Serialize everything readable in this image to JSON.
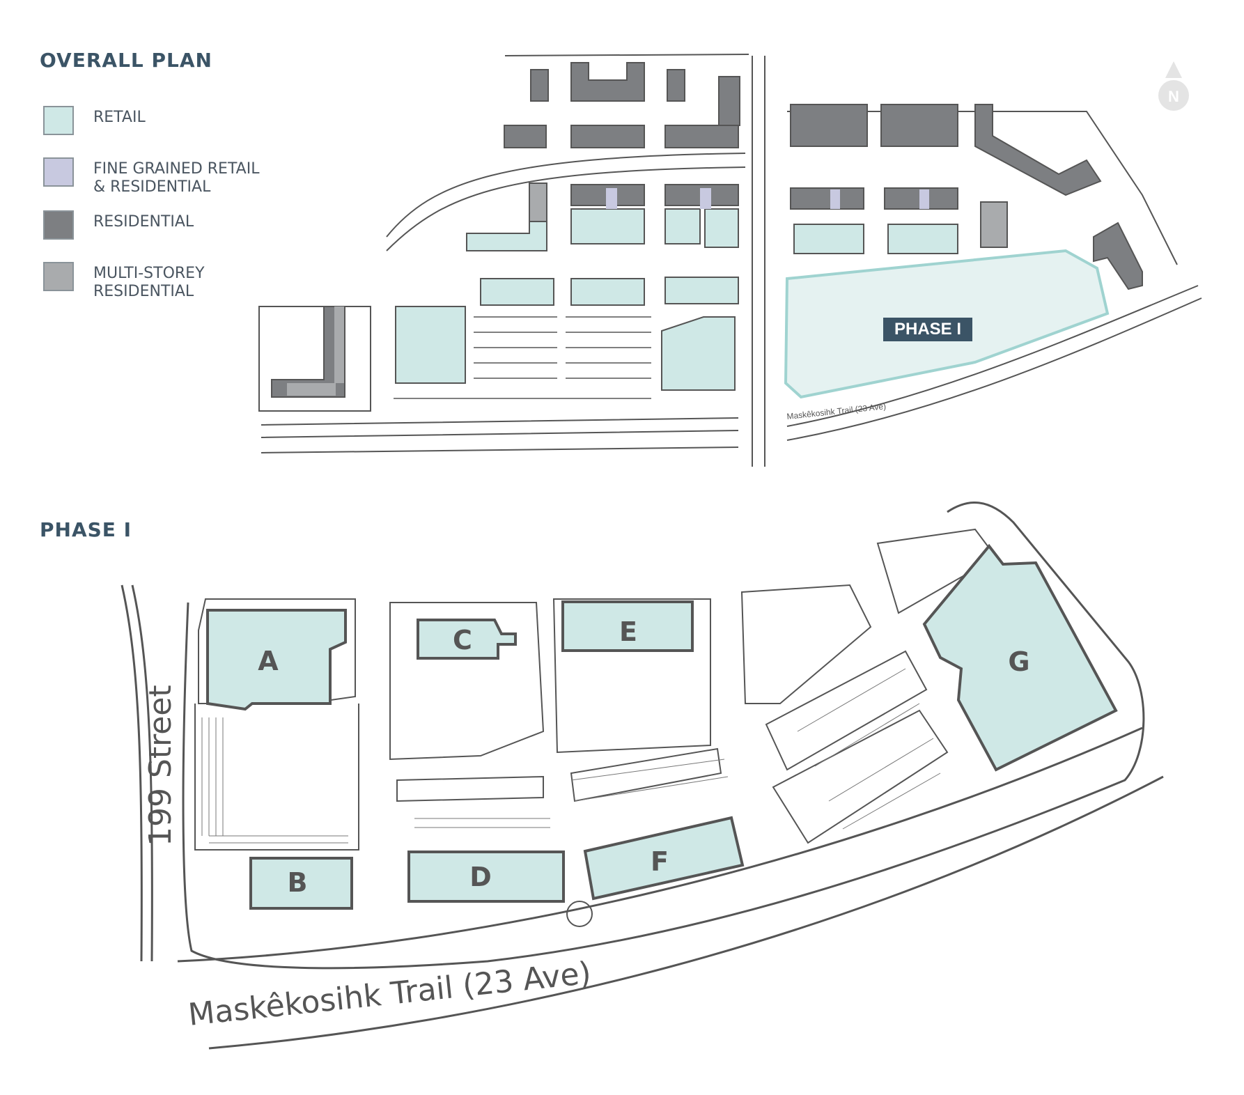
{
  "overall_plan": {
    "title": "OVERALL PLAN",
    "legend": [
      {
        "label": "RETAIL",
        "color": "#cfe8e6"
      },
      {
        "label": "FINE GRAINED RETAIL\n& RESIDENTIAL",
        "color": "#c8c9e0"
      },
      {
        "label": "RESIDENTIAL",
        "color": "#7d7f82"
      },
      {
        "label": "MULTI-STOREY\nRESIDENTIAL",
        "color": "#a9abad"
      }
    ],
    "phase_label": "PHASE I",
    "road_label": "Maskêkosihk Trail (23 Ave)",
    "north_label": "N"
  },
  "phase_one": {
    "title": "PHASE I",
    "buildings": [
      "A",
      "B",
      "C",
      "D",
      "E",
      "F",
      "G"
    ],
    "street_label": "199 Street",
    "trail_label": "Maskêkosihk Trail (23 Ave)"
  },
  "colors": {
    "retail": "#cfe8e6",
    "fine_grained": "#c8c9e0",
    "residential": "#7d7f82",
    "multi_storey": "#a9abad",
    "outline": "#5f6468",
    "title": "#3b5466"
  }
}
